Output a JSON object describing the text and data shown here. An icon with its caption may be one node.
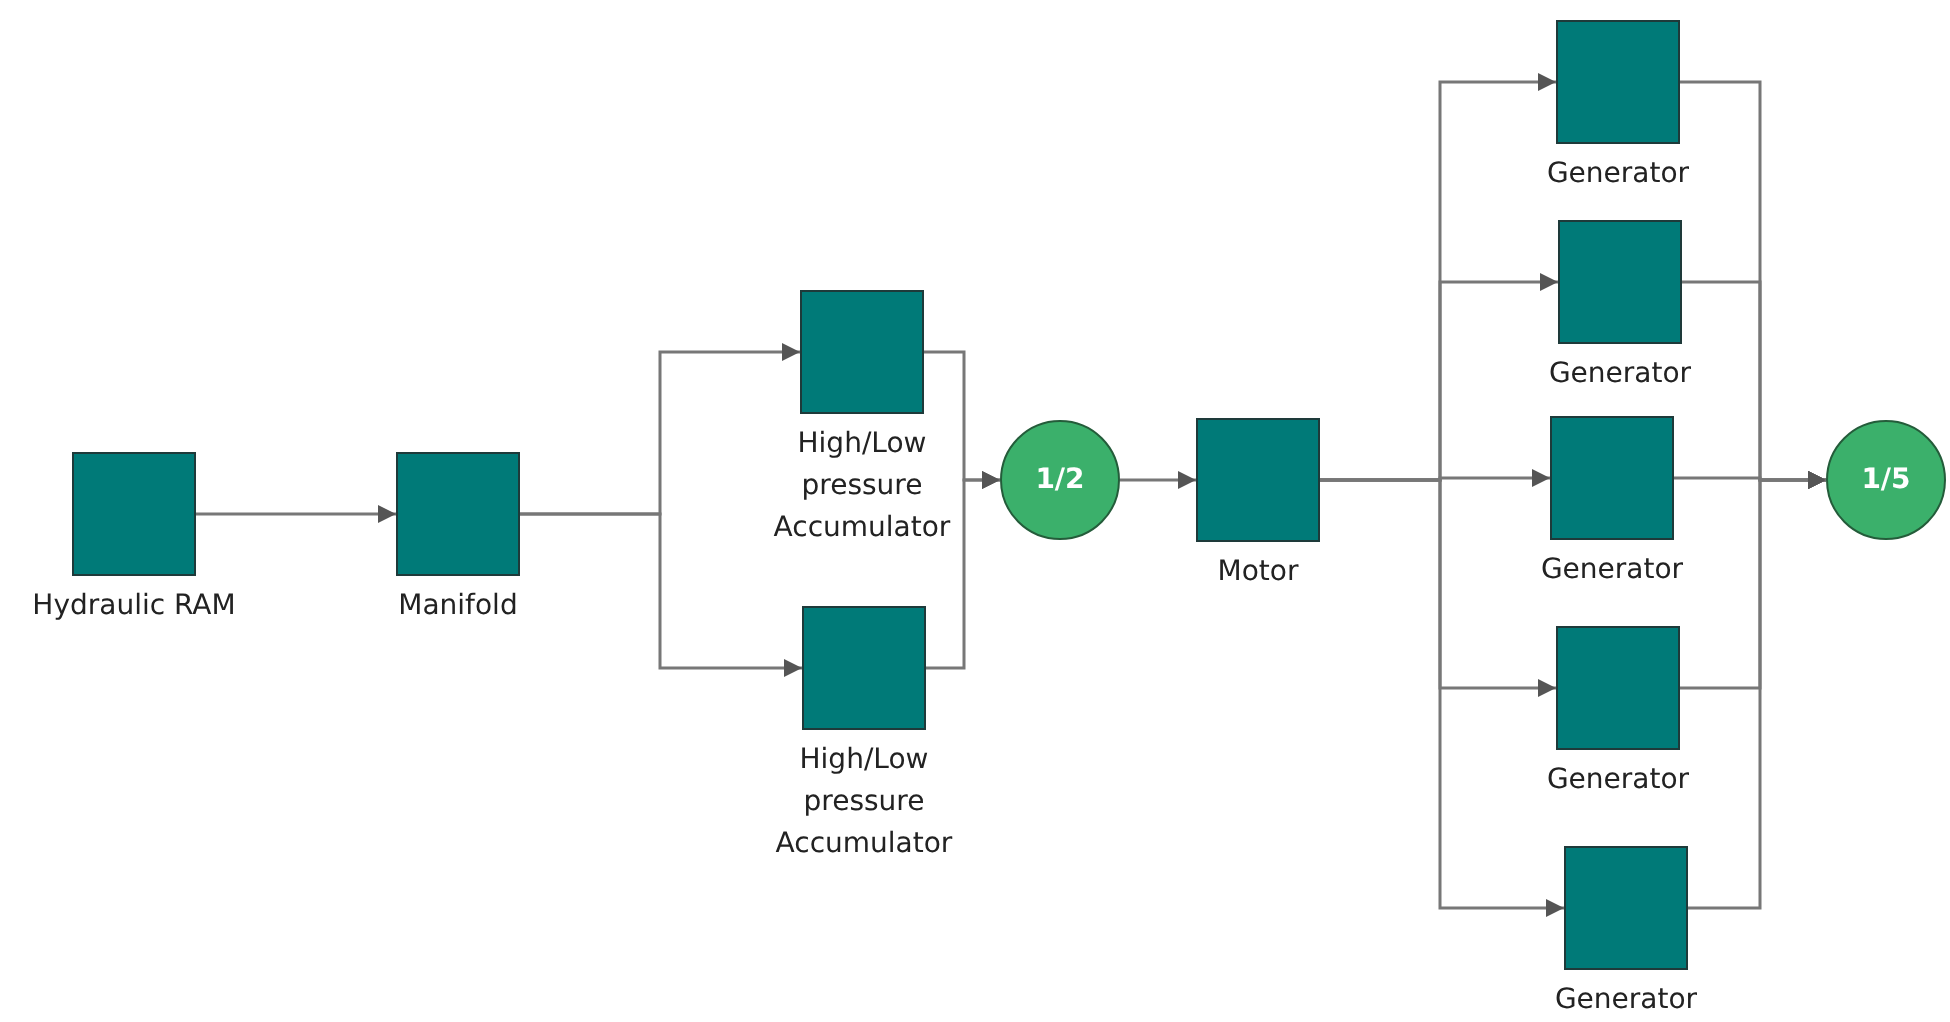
{
  "diagram": {
    "nodes": [
      {
        "text": [
          "Hydraulic RAM"
        ]
      },
      {
        "text": [
          "Manifold"
        ]
      },
      {
        "text": [
          "High/Low pressure Accumulator"
        ]
      },
      {
        "text": [
          "High/Low pressure Accumulator"
        ]
      },
      {
        "text": [
          "1/2"
        ]
      },
      {
        "text": [
          "Motor"
        ]
      },
      {
        "text": [
          "Generator"
        ]
      },
      {
        "text": [
          "Generator"
        ]
      },
      {
        "text": [
          "Generator"
        ]
      },
      {
        "text": [
          "Generator"
        ]
      },
      {
        "text": [
          "Generator"
        ]
      },
      {
        "text": [
          "1/5"
        ]
      }
    ],
    "edges": [
      {
        "from": 0,
        "to": 1,
        "arrow": "to"
      },
      {
        "from": 1,
        "to": 2,
        "arrow": "to"
      },
      {
        "from": 1,
        "to": 3,
        "arrow": "to"
      },
      {
        "from": 2,
        "to": 4,
        "arrow": "to"
      },
      {
        "from": 3,
        "to": 4,
        "arrow": "to"
      },
      {
        "from": 4,
        "to": 5,
        "arrow": "to"
      },
      {
        "from": 5,
        "to": 6,
        "arrow": "to"
      },
      {
        "from": 5,
        "to": 7,
        "arrow": "to"
      },
      {
        "from": 5,
        "to": 8,
        "arrow": "to"
      },
      {
        "from": 5,
        "to": 9,
        "arrow": "to"
      },
      {
        "from": 5,
        "to": 10,
        "arrow": "to"
      },
      {
        "from": 6,
        "to": 11,
        "arrow": "to"
      },
      {
        "from": 7,
        "to": 11,
        "arrow": "to"
      },
      {
        "from": 8,
        "to": 11,
        "arrow": "to"
      },
      {
        "from": 9,
        "to": 11,
        "arrow": "to"
      },
      {
        "from": 10,
        "to": 11,
        "arrow": "to"
      }
    ]
  }
}
